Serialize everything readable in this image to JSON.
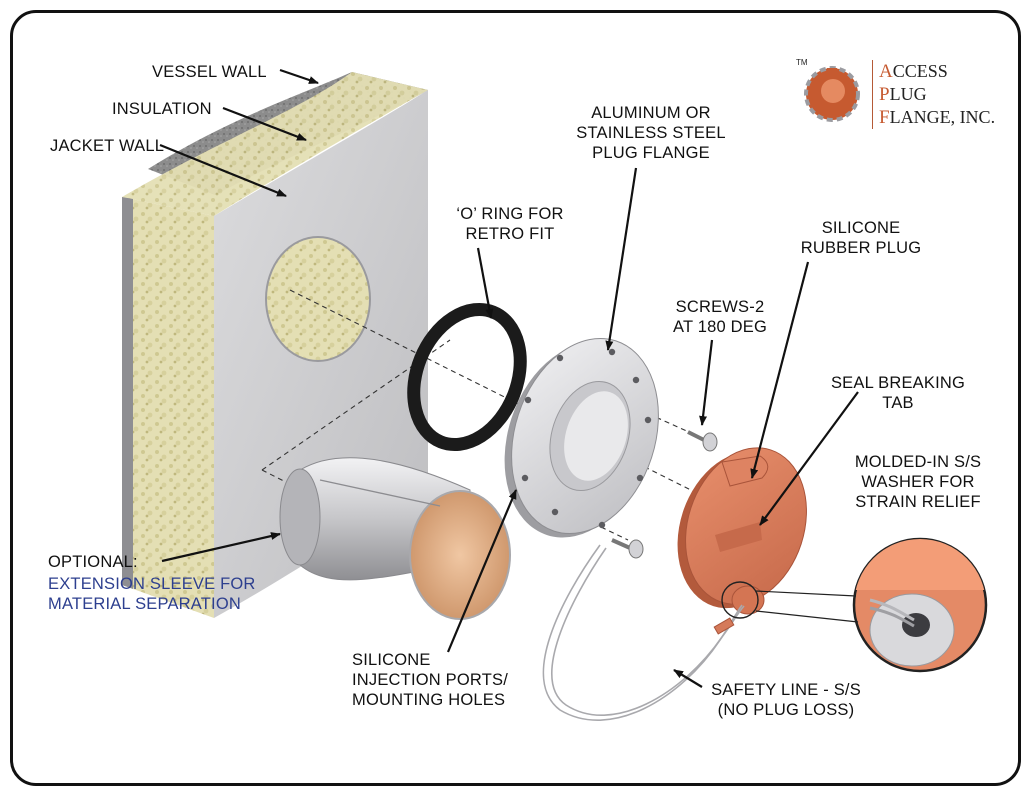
{
  "colors": {
    "rubber": "#d97a5a",
    "insulation": "#e4dfb4",
    "steel": "#c9c9cc",
    "brand_accent": "#c65a30",
    "sleeve_caption": "#2d3f8f"
  },
  "logo": {
    "tm": "TM",
    "lines": [
      {
        "cap": "A",
        "rest": "CCESS"
      },
      {
        "cap": "P",
        "rest": "LUG"
      },
      {
        "cap": "F",
        "rest": "LANGE, INC."
      }
    ]
  },
  "labels": {
    "vessel_wall": "VESSEL WALL",
    "insulation": "INSULATION",
    "jacket_wall": "JACKET WALL",
    "flange": [
      "ALUMINUM OR",
      "STAINLESS STEEL",
      "PLUG FLANGE"
    ],
    "oring": [
      "‘O’ RING FOR",
      "RETRO FIT"
    ],
    "plug": [
      "SILICONE",
      "RUBBER PLUG"
    ],
    "screws": [
      "SCREWS-2",
      "AT 180 DEG"
    ],
    "tab": [
      "SEAL BREAKING",
      "TAB"
    ],
    "washer": [
      "MOLDED-IN S/S",
      "WASHER FOR",
      "STRAIN RELIEF"
    ],
    "optional": "OPTIONAL:",
    "sleeve": [
      "EXTENSION SLEEVE FOR",
      "MATERIAL SEPARATION"
    ],
    "ports": [
      "SILICONE",
      "INJECTION PORTS/",
      "MOUNTING HOLES"
    ],
    "safety": [
      "SAFETY LINE - S/S",
      "(NO PLUG LOSS)"
    ]
  }
}
